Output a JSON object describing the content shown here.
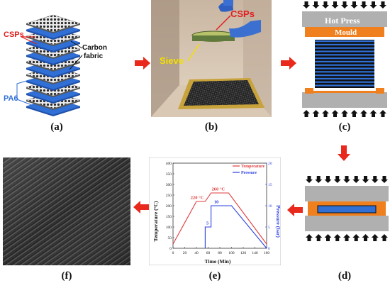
{
  "panels": {
    "a": {
      "label": "(a)",
      "csps_label": "CSPs",
      "carbon_label_1": "Carbon",
      "carbon_label_2": "fabric",
      "pa6_label": "PA6"
    },
    "b": {
      "label": "(b)",
      "csps_label": "CSPs",
      "sieve_label": "Sieve"
    },
    "c": {
      "label": "(c)",
      "hot_press_label": "Hot Press",
      "mould_label": "Mould"
    },
    "d": {
      "label": "(d)"
    },
    "e": {
      "label": "(e)",
      "annotations": {
        "temp_220": "220 °C",
        "temp_260": "260 °C",
        "pressure_5": "5",
        "pressure_10": "10"
      }
    },
    "f": {
      "label": "(f)"
    }
  },
  "colors": {
    "arrow": "#e8291c",
    "blue_layer": "#2f6fd6",
    "mould": "#f07f1d",
    "press": "#b0b0b0",
    "temperature": "#e03b3b",
    "pressure": "#2b3fe0"
  },
  "chart_data": {
    "type": "line",
    "title": "",
    "xlabel": "Time (Min)",
    "ylabel": "Temperature (°C)",
    "y2label": "Pressure (bar)",
    "xlim": [
      0,
      160
    ],
    "ylim": [
      0,
      400
    ],
    "y2lim": [
      0,
      20
    ],
    "x_ticks": [
      "0",
      "20",
      "40",
      "60",
      "80",
      "100",
      "120",
      "140",
      "160"
    ],
    "y_ticks": [
      "0",
      "50",
      "100",
      "150",
      "200",
      "250",
      "300",
      "350",
      "400"
    ],
    "y2_ticks": [
      "0",
      "5",
      "10",
      "15",
      "20"
    ],
    "legend_position": "top-right",
    "series": [
      {
        "name": "Temperature",
        "axis": "left",
        "color": "#e03b3b",
        "x": [
          0,
          40,
          55,
          65,
          95,
          160
        ],
        "y": [
          20,
          220,
          220,
          260,
          260,
          20
        ]
      },
      {
        "name": "Pressure",
        "axis": "right",
        "color": "#2b3fe0",
        "x": [
          55,
          55,
          65,
          65,
          100,
          160
        ],
        "y": [
          0,
          5,
          5,
          10,
          10,
          0
        ]
      }
    ]
  }
}
